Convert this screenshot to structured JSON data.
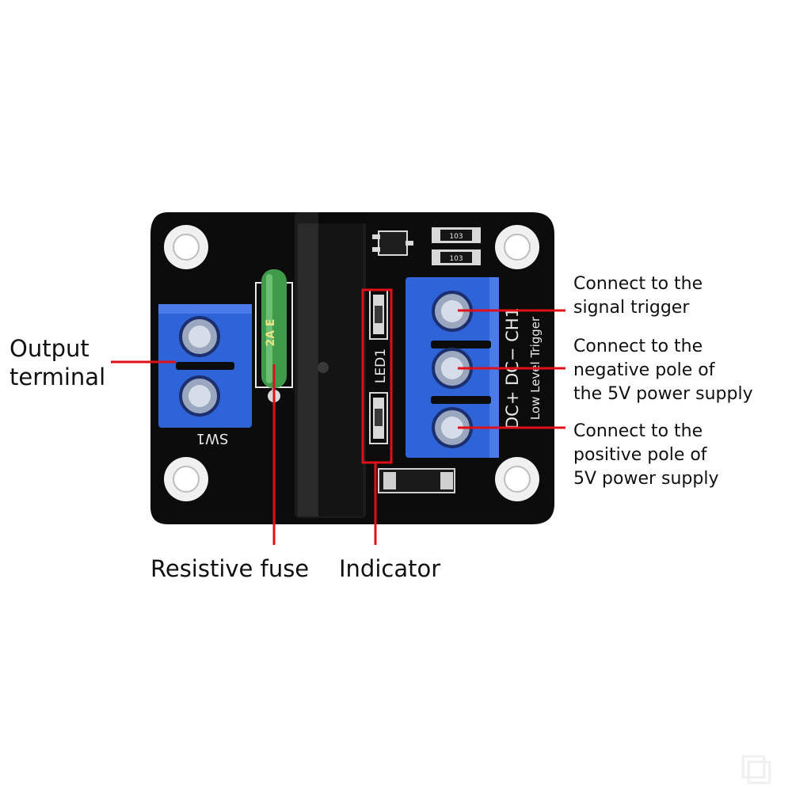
{
  "colors": {
    "callout_line": "#e0101a",
    "pcb": "#0c0c0c",
    "terminal_block": "#2f63d8",
    "fuse": "#3f9a4a",
    "relay_body": "#1a1a1a"
  },
  "labels": {
    "output_terminal": [
      "Output",
      "terminal"
    ],
    "resistive_fuse": "Resistive fuse",
    "indicator": "Indicator",
    "signal_trigger": [
      "Connect to the",
      "signal trigger"
    ],
    "negative_pole": [
      "Connect to the",
      "negative pole of",
      "the 5V power supply"
    ],
    "positive_pole": [
      "Connect to the",
      "positive pole of",
      "5V power supply"
    ]
  },
  "board_markings": {
    "terminal_left": "SW1",
    "led": "LED1",
    "pins": "DC+  DC−  CH1",
    "trigger": "Low  Level  Trigger",
    "fuse": "2A E",
    "resistor_1": "103",
    "resistor_2": "103"
  }
}
